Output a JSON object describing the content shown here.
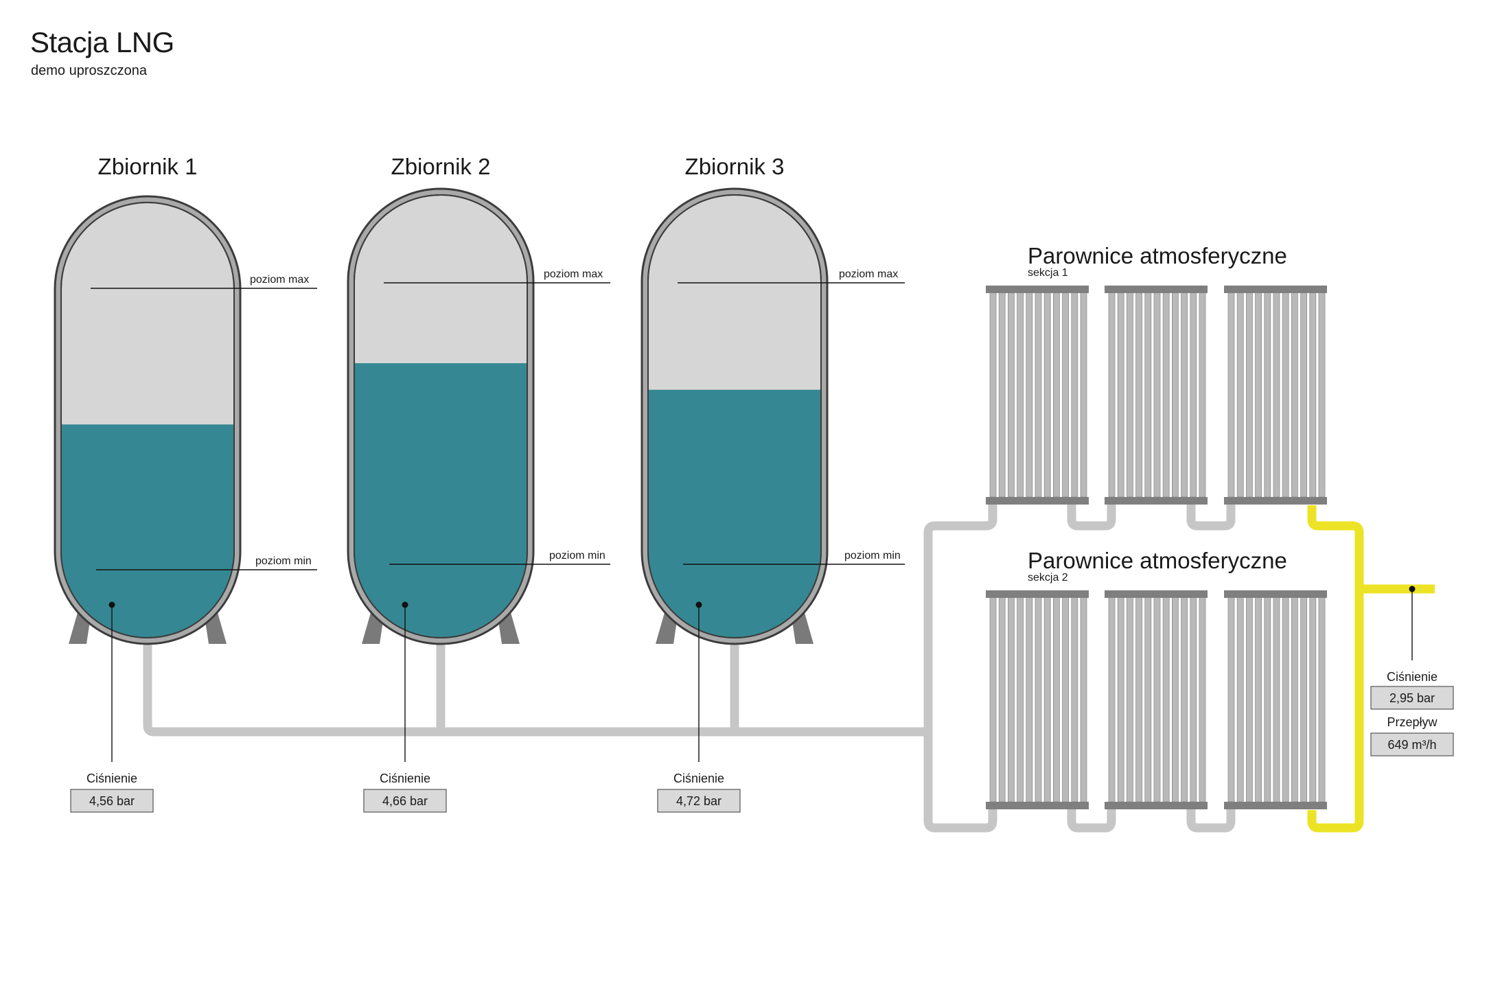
{
  "header": {
    "title": "Stacja LNG",
    "subtitle": "demo uproszczona"
  },
  "colors": {
    "liquid": "#358893",
    "tank_interior": "#d6d6d6",
    "tank_shell": "#a9a9a9",
    "pipe_inactive": "#c6c6c6",
    "pipe_active": "#ede326",
    "vaporizer_tube": "#b9b9b9",
    "vaporizer_header": "#7f7f7f",
    "readout_bg": "#d9d9d9"
  },
  "tanks": [
    {
      "name": "Zbiornik 1",
      "level_max_label": "poziom max",
      "level_min_label": "poziom min",
      "fill_fraction": 0.49,
      "pressure_label": "Ciśnienie",
      "pressure_value": "4,56 bar"
    },
    {
      "name": "Zbiornik 2",
      "level_max_label": "poziom max",
      "level_min_label": "poziom min",
      "fill_fraction": 0.62,
      "pressure_label": "Ciśnienie",
      "pressure_value": "4,66 bar"
    },
    {
      "name": "Zbiornik 3",
      "level_max_label": "poziom max",
      "level_min_label": "poziom min",
      "fill_fraction": 0.56,
      "pressure_label": "Ciśnienie",
      "pressure_value": "4,72 bar"
    }
  ],
  "vaporizers": [
    {
      "title": "Parownice atmosferyczne",
      "section": "sekcja 1",
      "units": 3,
      "active": false
    },
    {
      "title": "Parownice atmosferyczne",
      "section": "sekcja 2",
      "units": 3,
      "active": false
    }
  ],
  "output": {
    "pressure_label": "Ciśnienie",
    "pressure_value": "2,95 bar",
    "flow_label": "Przepływ",
    "flow_value": "649 m³/h"
  }
}
